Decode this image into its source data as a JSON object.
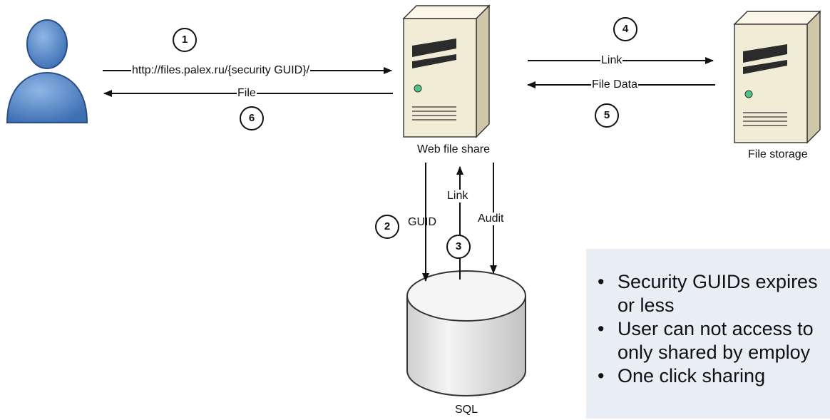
{
  "nodes": {
    "user_icon": "user-icon",
    "web_server": {
      "icon": "server-icon",
      "label": "Web file share"
    },
    "storage_server": {
      "icon": "server-icon",
      "label": "File storage"
    },
    "database": {
      "icon": "database-icon",
      "label": "SQL"
    }
  },
  "edges": {
    "request": {
      "step": "1",
      "label": "http://files.palex.ru/{security GUID}/"
    },
    "file_response": {
      "step": "6",
      "label": "File"
    },
    "link_to_storage": {
      "step": "4",
      "label": "Link"
    },
    "file_data": {
      "step": "5",
      "label": "File Data"
    },
    "guid": {
      "step": "2",
      "label": "GUID"
    },
    "link_from_sql": {
      "step": "3",
      "label": "Link"
    },
    "audit": {
      "label": "Audit"
    }
  },
  "notes": [
    "Security GUIDs expires\nor less",
    "User can not access to\nonly shared by employ",
    "One click sharing"
  ],
  "colors": {
    "user_blue": "#5b8fd0",
    "server_body": "#f1ecd6",
    "db_gray": "#e2e2e2",
    "notes_bg": "#e9edf4"
  }
}
